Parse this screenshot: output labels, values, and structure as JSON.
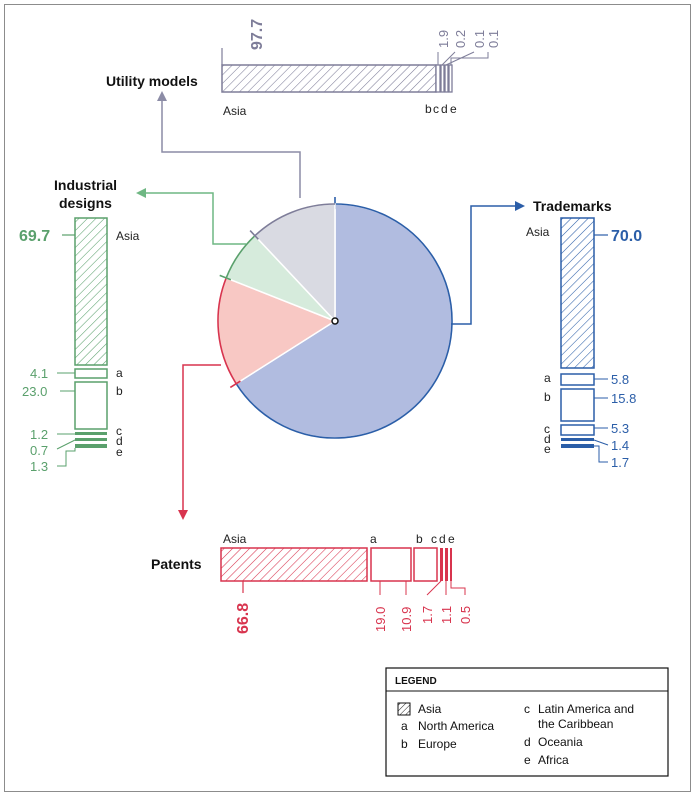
{
  "chart_data": [
    {
      "type": "pie",
      "slices": [
        {
          "name": "Trademarks",
          "value": 66.0,
          "color": "#b1bce0"
        },
        {
          "name": "Patents",
          "value": 15.0,
          "color": "#f8c8c4"
        },
        {
          "name": "Industrial designs",
          "value": 7.0,
          "color": "#d6ebdc"
        },
        {
          "name": "Utility models",
          "value": 12.0,
          "color": "#d9dae2"
        }
      ]
    },
    {
      "type": "bar",
      "title": "Utility models",
      "orientation": "horizontal-stacked",
      "color": "#7e7d99",
      "categories": [
        "Asia",
        "b",
        "c",
        "d",
        "e"
      ],
      "values": [
        97.7,
        1.9,
        0.2,
        0.1,
        0.1
      ],
      "value_labels": [
        "97.7",
        "1.9",
        "0.2",
        "0.1",
        "0.1"
      ]
    },
    {
      "type": "bar",
      "title": "Industrial designs",
      "orientation": "vertical-stacked",
      "color": "#5aa06c",
      "categories": [
        "Asia",
        "a",
        "b",
        "c",
        "d",
        "e"
      ],
      "values": [
        69.7,
        4.1,
        23.0,
        1.2,
        0.7,
        1.3
      ],
      "value_labels": [
        "69.7",
        "4.1",
        "23.0",
        "1.2",
        "0.7",
        "1.3"
      ]
    },
    {
      "type": "bar",
      "title": "Trademarks",
      "orientation": "vertical-stacked",
      "color": "#2b5ea8",
      "categories": [
        "Asia",
        "a",
        "b",
        "c",
        "d",
        "e"
      ],
      "values": [
        70.0,
        5.8,
        15.8,
        5.3,
        1.4,
        1.7
      ],
      "value_labels": [
        "70.0",
        "5.8",
        "15.8",
        "5.3",
        "1.4",
        "1.7"
      ]
    },
    {
      "type": "bar",
      "title": "Patents",
      "orientation": "horizontal-stacked",
      "color": "#d8344e",
      "categories": [
        "Asia",
        "a",
        "b",
        "c",
        "d",
        "e"
      ],
      "values": [
        66.8,
        19.0,
        10.9,
        1.7,
        1.1,
        0.5
      ],
      "value_labels": [
        "66.8",
        "19.0",
        "10.9",
        "1.7",
        "1.1",
        "0.5"
      ]
    }
  ],
  "legend": {
    "title": "LEGEND",
    "asia": "Asia",
    "items": [
      {
        "key": "a",
        "label": "North America"
      },
      {
        "key": "b",
        "label": "Europe"
      },
      {
        "key": "c",
        "label": "Latin America and",
        "label2": "the Caribbean"
      },
      {
        "key": "d",
        "label": "Oceania"
      },
      {
        "key": "e",
        "label": "Africa"
      }
    ]
  },
  "labels": {
    "utility": "Utility models",
    "industrial_1": "Industrial",
    "industrial_2": "designs",
    "trademarks": "Trademarks",
    "patents": "Patents",
    "asia": "Asia"
  }
}
